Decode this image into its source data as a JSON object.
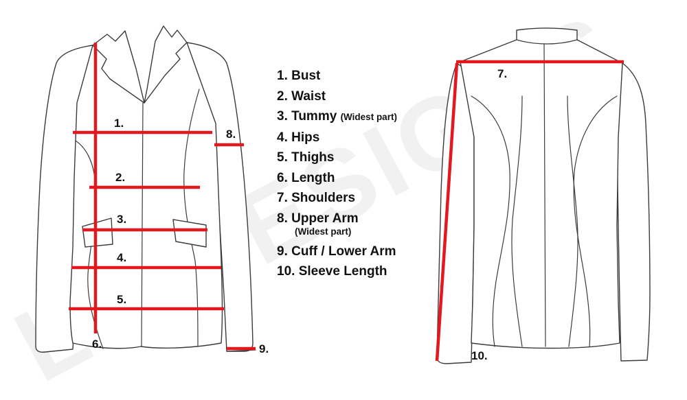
{
  "watermark": "LP DESIGNS",
  "legend": [
    {
      "text": "1. Bust",
      "note": ""
    },
    {
      "text": "2. Waist",
      "note": ""
    },
    {
      "text": "3. Tummy",
      "note": "(Widest part)"
    },
    {
      "text": "4. Hips",
      "note": ""
    },
    {
      "text": "5. Thighs",
      "note": ""
    },
    {
      "text": "6. Length",
      "note": ""
    },
    {
      "text": "7. Shoulders",
      "note": ""
    },
    {
      "text": "8. Upper Arm",
      "note": "(Widest part)"
    },
    {
      "text": "9. Cuff / Lower Arm",
      "note": ""
    },
    {
      "text": "10. Sleeve Length",
      "note": ""
    }
  ],
  "labels": {
    "bust": "1.",
    "waist": "2.",
    "tummy": "3.",
    "hips": "4.",
    "thighs": "5.",
    "length": "6.",
    "shoulders": "7.",
    "upper_arm": "8.",
    "cuff": "9.",
    "sleeve_length": "10."
  },
  "colors": {
    "measurement_line": "#e3171e",
    "outline": "#3a3a3a",
    "text": "#111111"
  }
}
